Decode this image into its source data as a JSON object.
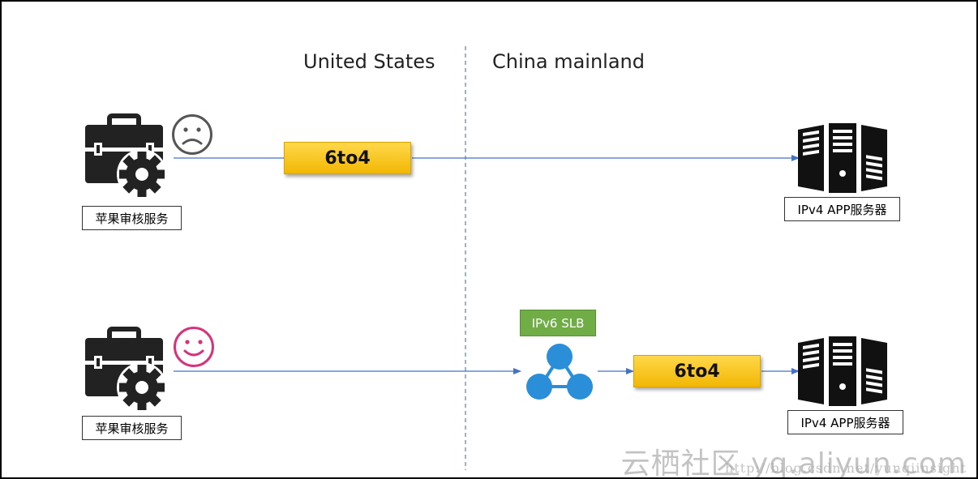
{
  "regions": {
    "left_label": "United States",
    "right_label": "China mainland"
  },
  "top_flow": {
    "source_label": "苹果审核服务",
    "source_mood": "sad-face-icon",
    "tunnel_label": "6to4",
    "target_label": "IPv4 APP服务器"
  },
  "bottom_flow": {
    "source_label": "苹果审核服务",
    "source_mood": "smiley-face-icon",
    "slb_label": "IPv6 SLB",
    "tunnel_label": "6to4",
    "target_label": "IPv4 APP服务器"
  },
  "watermark": {
    "main": "云栖社区 yq.aliyun.com",
    "url": "http://blog.csdn.net/yunqiinsight"
  },
  "colors": {
    "arrow": "#4472c4",
    "divider": "#5b7fb8",
    "tunnel": "#f5c000",
    "slb_label": "#70ad47",
    "slb_icon": "#2b8ed8",
    "sad_face": "#555555",
    "happy_face": "#d6337a",
    "icon_dark": "#222222"
  }
}
